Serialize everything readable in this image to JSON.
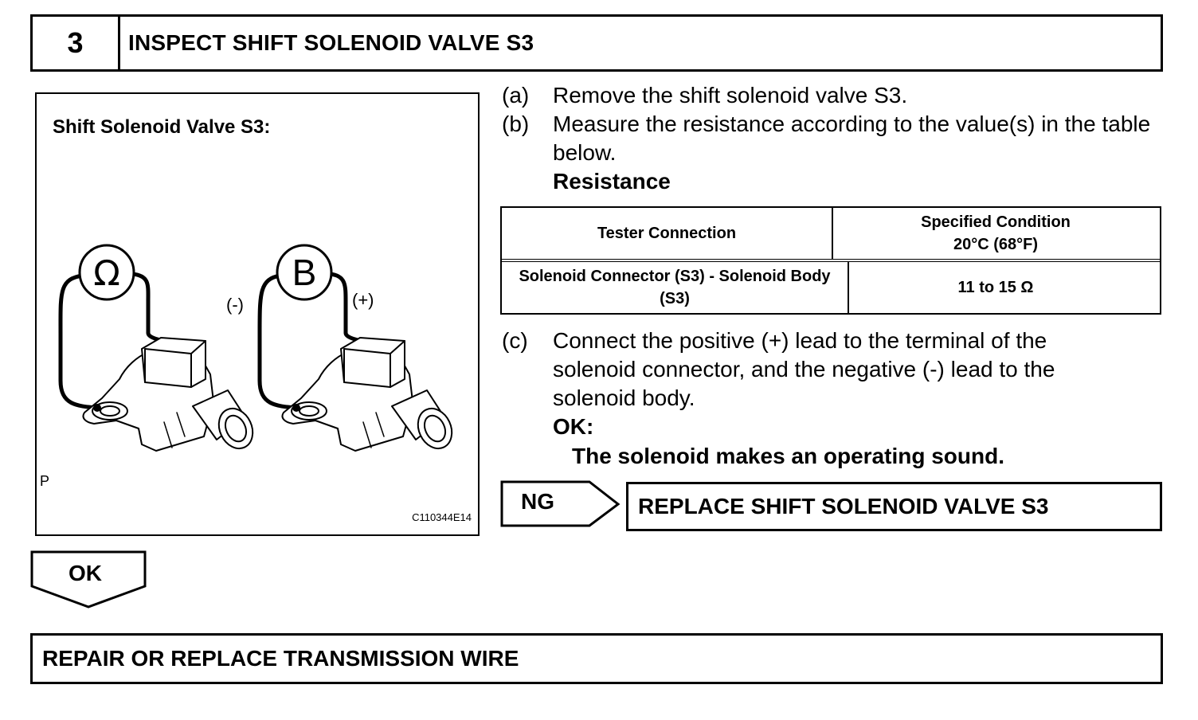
{
  "header": {
    "step_number": "3",
    "title": "INSPECT SHIFT SOLENOID VALVE S3"
  },
  "figure": {
    "title": "Shift Solenoid Valve S3:",
    "ohm_symbol": "Ω",
    "battery_symbol": "B",
    "negative_label": "(-)",
    "positive_label": "(+)",
    "corner_mark": "P",
    "figure_code": "C110344E14"
  },
  "steps": {
    "a": {
      "letter": "(a)",
      "text": "Remove the shift solenoid valve S3."
    },
    "b": {
      "letter": "(b)",
      "text": "Measure the resistance according to the value(s) in the table below."
    },
    "resistance_heading": "Resistance",
    "c": {
      "letter": "(c)",
      "text": "Connect the positive (+) lead to the terminal of the solenoid connector, and the negative (-) lead to the solenoid body."
    },
    "ok_label": "OK:",
    "ok_text": "The solenoid makes an operating sound."
  },
  "table": {
    "headers": [
      "Tester Connection",
      "Specified Condition\n20°C (68°F)"
    ],
    "rows": [
      [
        "Solenoid Connector (S3) - Solenoid Body (S3)",
        "11 to 15 Ω"
      ]
    ]
  },
  "ng": {
    "label": "NG",
    "action": "REPLACE SHIFT SOLENOID VALVE S3"
  },
  "ok": {
    "label": "OK",
    "action": "REPAIR OR REPLACE TRANSMISSION WIRE"
  }
}
